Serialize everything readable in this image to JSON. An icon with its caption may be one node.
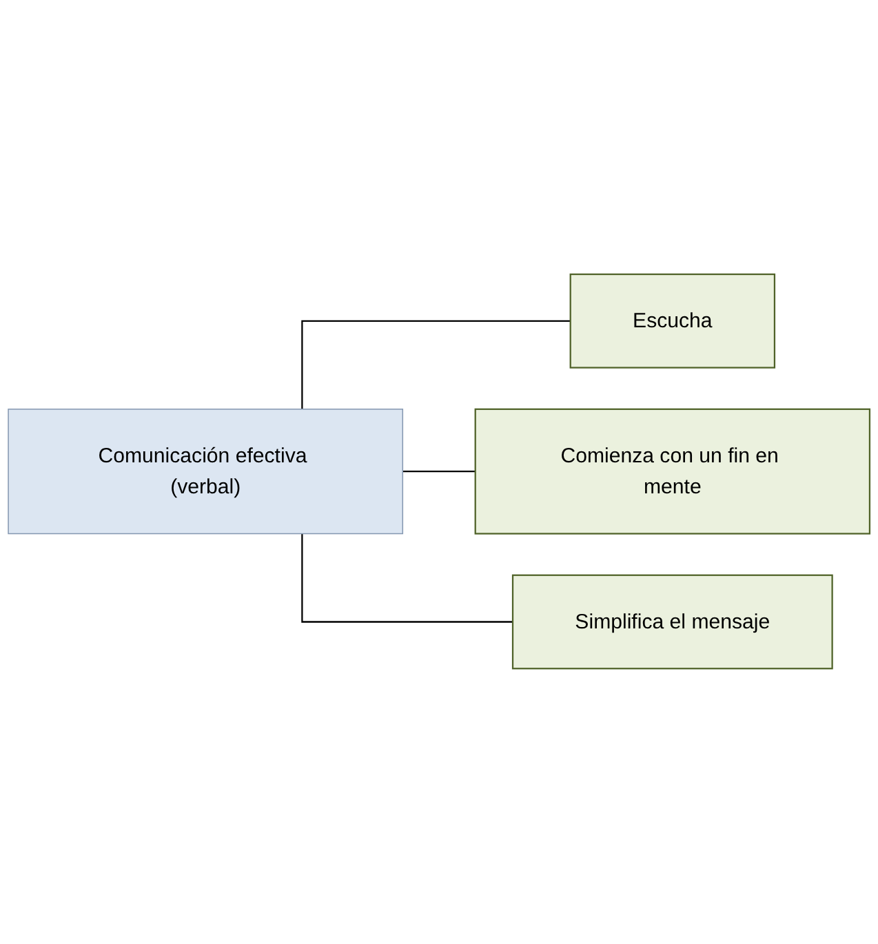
{
  "diagram": {
    "nodes": [
      {
        "text": [
          "Comunicación efectiva (verbal)"
        ]
      },
      {
        "text": [
          "Escucha"
        ]
      },
      {
        "text": [
          "Comienza con un fin en mente"
        ]
      },
      {
        "text": [
          "Simplifica el mensaje"
        ]
      }
    ],
    "edges": [
      {
        "from": 0,
        "to": 1,
        "arrow": "none"
      },
      {
        "from": 0,
        "to": 2,
        "arrow": "none"
      },
      {
        "from": 0,
        "to": 3,
        "arrow": "none"
      }
    ]
  }
}
